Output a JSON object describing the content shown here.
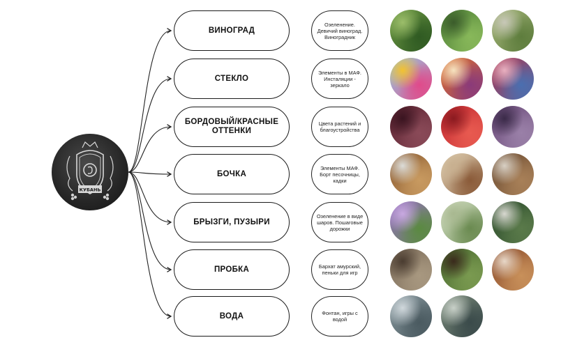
{
  "center": {
    "logo_icon": "wine-estate-crest-icon",
    "logo_text": "КУБАНЬ"
  },
  "rows": [
    {
      "label": "ВИНОГРАД",
      "note": "Озеленение. Девичий виноград. Виноградник",
      "photos": [
        {
          "icon": "grape-foliage-photo",
          "c1": "#6f9a45",
          "c2": "#2f5a22",
          "c3": "#9bbd6a"
        },
        {
          "icon": "vine-covered-wall-photo",
          "c1": "#4e7f36",
          "c2": "#88b85a",
          "c3": "#3b5c2b"
        },
        {
          "icon": "vineyard-rows-photo",
          "c1": "#a7b77c",
          "c2": "#5e7d3d",
          "c3": "#c8c8b8"
        }
      ]
    },
    {
      "label": "СТЕКЛО",
      "note": "Элементы в МАФ. Инсталяции - зеркало",
      "photos": [
        {
          "icon": "colored-glass-dots-photo",
          "c1": "#8fd0e8",
          "c2": "#e04a8a",
          "c3": "#f2c230"
        },
        {
          "icon": "glass-panels-photo",
          "c1": "#e0732a",
          "c2": "#8a3a7a",
          "c3": "#f6e3c0"
        },
        {
          "icon": "stained-glass-pavilion-photo",
          "c1": "#b0324a",
          "c2": "#4a6fb0",
          "c3": "#e8b0c0"
        }
      ]
    },
    {
      "label": "БОРДОВЫЙ/КРАСНЫЕ ОТТЕНКИ",
      "note": "Цвета растений и благоустройства",
      "photos": [
        {
          "icon": "burgundy-leaves-photo",
          "c1": "#5a2230",
          "c2": "#8a4a58",
          "c3": "#3a1420"
        },
        {
          "icon": "red-foliage-photo",
          "c1": "#c22a30",
          "c2": "#e85a50",
          "c3": "#8a1a20"
        },
        {
          "icon": "purple-leaves-photo",
          "c1": "#6a4a78",
          "c2": "#9a80a8",
          "c3": "#3a2a48"
        }
      ]
    },
    {
      "label": "БОЧКА",
      "note": "Элементы МАФ. Борт песочницы, кадки",
      "photos": [
        {
          "icon": "wooden-barrel-planter-photo",
          "c1": "#8a5a30",
          "c2": "#c89a60",
          "c3": "#dcdcd8"
        },
        {
          "icon": "barrel-sandbox-photo",
          "c1": "#e8dcc0",
          "c2": "#8a5a38",
          "c3": "#c8b090"
        },
        {
          "icon": "barrel-stools-photo",
          "c1": "#6a4a30",
          "c2": "#a88058",
          "c3": "#d8d0c4"
        }
      ]
    },
    {
      "label": "БРЫЗГИ, ПУЗЫРИ",
      "note": "Озеленение в виде шаров. Пошаговые дорожки",
      "photos": [
        {
          "icon": "allium-balls-photo",
          "c1": "#9a70c8",
          "c2": "#5a8a40",
          "c3": "#c8a8e0"
        },
        {
          "icon": "white-flowering-tree-photo",
          "c1": "#dfe8d0",
          "c2": "#6a8a50",
          "c3": "#a8b890"
        },
        {
          "icon": "stepping-stones-photo",
          "c1": "#2a4a2a",
          "c2": "#5a7a4a",
          "c3": "#d8d8d0"
        }
      ]
    },
    {
      "label": "ПРОБКА",
      "note": "Бархат амурский, пеньки для игр",
      "photos": [
        {
          "icon": "cork-bark-photo",
          "c1": "#7a6a58",
          "c2": "#a89880",
          "c3": "#4a3c30"
        },
        {
          "icon": "cork-oak-tree-photo",
          "c1": "#4a6a30",
          "c2": "#7a9a50",
          "c3": "#3a2a1c"
        },
        {
          "icon": "play-stumps-photo",
          "c1": "#8a4a2a",
          "c2": "#c8905a",
          "c3": "#e8d8c8"
        }
      ]
    },
    {
      "label": "ВОДА",
      "note": "Фонтан, игры с водой",
      "photos": [
        {
          "icon": "fountain-basin-photo",
          "c1": "#8a9aa0",
          "c2": "#4a5a60",
          "c3": "#d0d8dc"
        },
        {
          "icon": "water-cascade-photo",
          "c1": "#7a8a7a",
          "c2": "#3a4a4a",
          "c3": "#c8d0c8"
        }
      ]
    }
  ]
}
